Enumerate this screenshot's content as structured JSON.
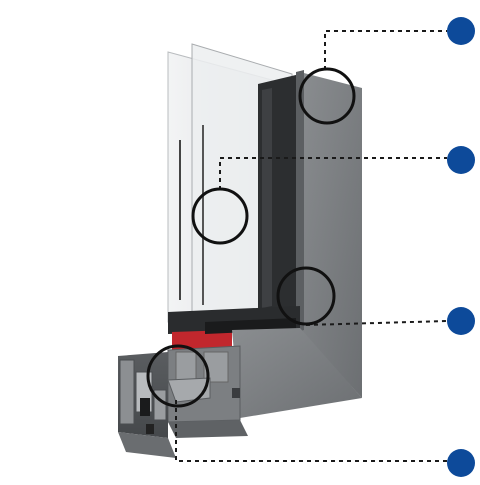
{
  "diagram": {
    "subject": "aluminium-window-profile-cross-section",
    "callouts": [
      {
        "id": "callout-1",
        "target": "glazing-top-corner"
      },
      {
        "id": "callout-2",
        "target": "double-glazing-panes"
      },
      {
        "id": "callout-3",
        "target": "sash-frame-corner"
      },
      {
        "id": "callout-4",
        "target": "outer-frame-chamber"
      }
    ],
    "colors": {
      "marker": "#0d4a9a",
      "leader_line": "#1a1a1a",
      "frame_face": "#7a7d80",
      "frame_dark": "#3a3c3f",
      "gasket_red": "#c1272d",
      "glass": "#e6e8ea",
      "lens_ring": "#111111"
    }
  }
}
